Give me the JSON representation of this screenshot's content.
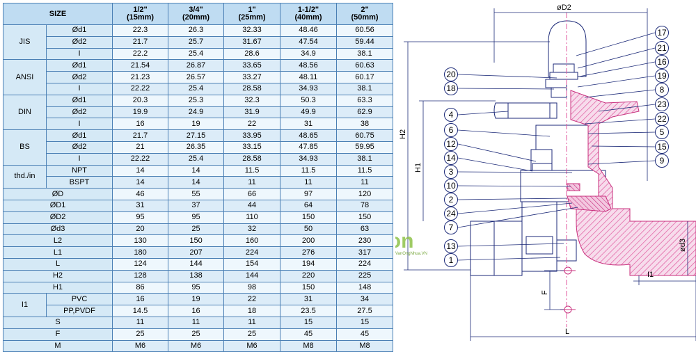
{
  "table": {
    "size_label": "SIZE",
    "columns": [
      {
        "inch": "1/2\"",
        "mm": "(15mm)"
      },
      {
        "inch": "3/4\"",
        "mm": "(20mm)"
      },
      {
        "inch": "1\"",
        "mm": "(25mm)"
      },
      {
        "inch": "1-1/2\"",
        "mm": "(40mm)"
      },
      {
        "inch": "2\"",
        "mm": "(50mm)"
      }
    ],
    "groups": [
      {
        "name": "JIS",
        "rows": [
          {
            "sub": "Ød1",
            "values": [
              "22.3",
              "26.3",
              "32.33",
              "48.46",
              "60.56"
            ]
          },
          {
            "sub": "Ød2",
            "values": [
              "21.7",
              "25.7",
              "31.67",
              "47.54",
              "59.44"
            ]
          },
          {
            "sub": "I",
            "values": [
              "22.2",
              "25.4",
              "28.6",
              "34.9",
              "38.1"
            ]
          }
        ]
      },
      {
        "name": "ANSI",
        "rows": [
          {
            "sub": "Ød1",
            "values": [
              "21.54",
              "26.87",
              "33.65",
              "48.56",
              "60.63"
            ]
          },
          {
            "sub": "Ød2",
            "values": [
              "21.23",
              "26.57",
              "33.27",
              "48.11",
              "60.17"
            ]
          },
          {
            "sub": "I",
            "values": [
              "22.22",
              "25.4",
              "28.58",
              "34.93",
              "38.1"
            ]
          }
        ]
      },
      {
        "name": "DIN",
        "rows": [
          {
            "sub": "Ød1",
            "values": [
              "20.3",
              "25.3",
              "32.3",
              "50.3",
              "63.3"
            ]
          },
          {
            "sub": "Ød2",
            "values": [
              "19.9",
              "24.9",
              "31.9",
              "49.9",
              "62.9"
            ]
          },
          {
            "sub": "I",
            "values": [
              "16",
              "19",
              "22",
              "31",
              "38"
            ]
          }
        ]
      },
      {
        "name": "BS",
        "rows": [
          {
            "sub": "Ød1",
            "values": [
              "21.7",
              "27.15",
              "33.95",
              "48.65",
              "60.75"
            ]
          },
          {
            "sub": "Ød2",
            "values": [
              "21",
              "26.35",
              "33.15",
              "47.85",
              "59.95"
            ]
          },
          {
            "sub": "I",
            "values": [
              "22.22",
              "25.4",
              "28.58",
              "34.93",
              "38.1"
            ]
          }
        ]
      },
      {
        "name": "thd./in",
        "rows": [
          {
            "sub": "NPT",
            "values": [
              "14",
              "14",
              "11.5",
              "11.5",
              "11.5"
            ]
          },
          {
            "sub": "BSPT",
            "values": [
              "14",
              "14",
              "11",
              "11",
              "11"
            ]
          }
        ]
      }
    ],
    "wide_rows_a": [
      {
        "label": "ØD",
        "values": [
          "46",
          "55",
          "66",
          "97",
          "120"
        ]
      },
      {
        "label": "ØD1",
        "values": [
          "31",
          "37",
          "44",
          "64",
          "78"
        ]
      },
      {
        "label": "ØD2",
        "values": [
          "95",
          "95",
          "110",
          "150",
          "150"
        ]
      },
      {
        "label": "Ød3",
        "values": [
          "20",
          "25",
          "32",
          "50",
          "63"
        ]
      },
      {
        "label": "L2",
        "values": [
          "130",
          "150",
          "160",
          "200",
          "230"
        ]
      },
      {
        "label": "L1",
        "values": [
          "180",
          "207",
          "224",
          "276",
          "317"
        ]
      },
      {
        "label": "L",
        "values": [
          "124",
          "144",
          "154",
          "194",
          "224"
        ]
      },
      {
        "label": "H2",
        "values": [
          "128",
          "138",
          "144",
          "220",
          "225"
        ]
      },
      {
        "label": "H1",
        "values": [
          "86",
          "95",
          "98",
          "150",
          "148"
        ]
      }
    ],
    "l1_group": {
      "name": "I1",
      "rows": [
        {
          "sub": "PVC",
          "values": [
            "16",
            "19",
            "22",
            "31",
            "34"
          ]
        },
        {
          "sub": "PP,PVDF",
          "values": [
            "14.5",
            "16",
            "18",
            "23.5",
            "27.5"
          ]
        }
      ]
    },
    "wide_rows_b": [
      {
        "label": "S",
        "values": [
          "11",
          "11",
          "11",
          "15",
          "15"
        ]
      },
      {
        "label": "F",
        "values": [
          "25",
          "25",
          "25",
          "45",
          "45"
        ]
      },
      {
        "label": "M",
        "values": [
          "M6",
          "M6",
          "M6",
          "M8",
          "M8"
        ]
      }
    ]
  },
  "drawing": {
    "dim_labels": {
      "d2": "øD2",
      "h2": "H2",
      "h1": "H1",
      "d3": "ød3",
      "l1": "I1",
      "f": "F",
      "l": "L"
    },
    "callouts_left": [
      "20",
      "18",
      "4",
      "6",
      "12",
      "14",
      "3",
      "10",
      "2",
      "24",
      "7",
      "13",
      "1"
    ],
    "callouts_right": [
      "17",
      "21",
      "16",
      "19",
      "8",
      "23",
      "22",
      "5",
      "15",
      "9"
    ]
  },
  "watermark": {
    "brand": "Von",
    "site": "VanOngNhua.VN"
  },
  "colors": {
    "table_border": "#4a7fb4",
    "table_header": "#bfdcf2",
    "drawing_line": "#1c2a78",
    "hatch": "#e0559c"
  }
}
